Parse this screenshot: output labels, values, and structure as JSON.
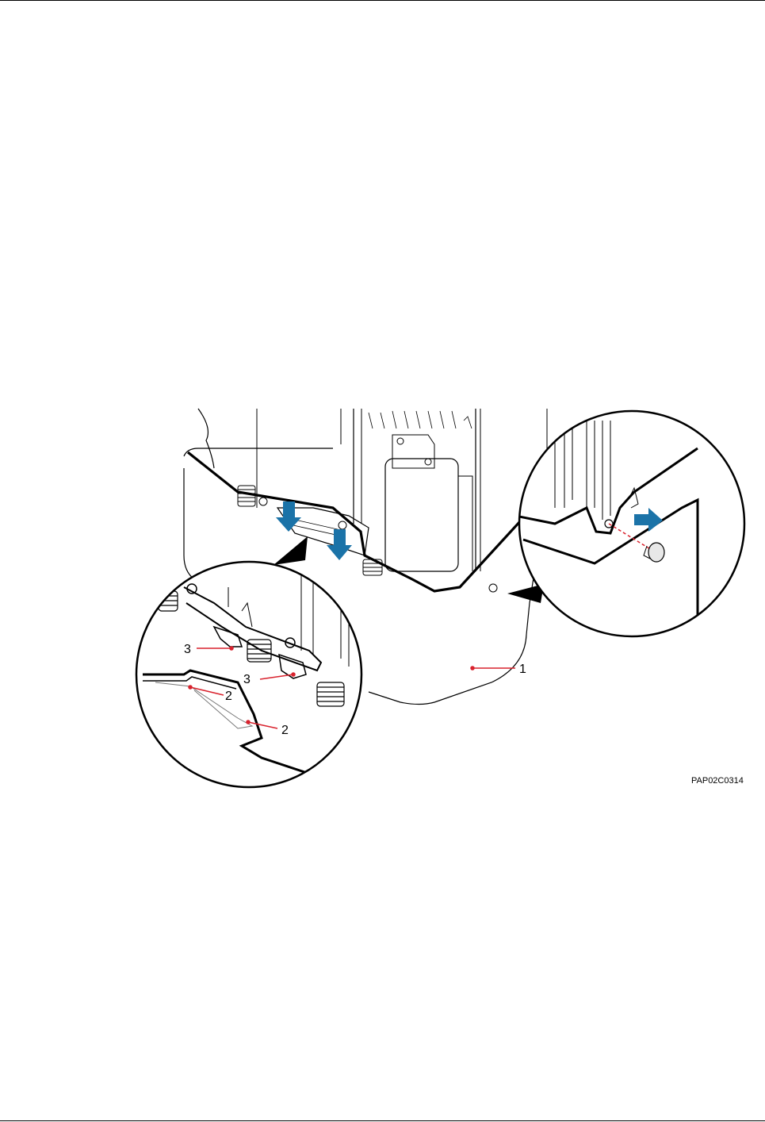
{
  "figure": {
    "callouts": {
      "label_1": "1",
      "label_2a": "2",
      "label_2b": "2",
      "label_3a": "3",
      "label_3b": "3"
    },
    "figure_id": "PAP02C0314",
    "colors": {
      "arrow_blue": "#1b73a8",
      "leader_red": "#d9232e",
      "outline": "#000000",
      "light_gray": "#777777"
    }
  }
}
